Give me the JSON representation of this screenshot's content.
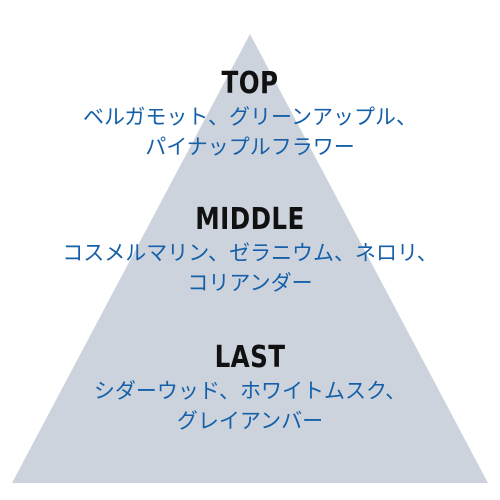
{
  "colors": {
    "pyramid_fill": "#cdd3dd",
    "title_text": "#111111",
    "note_text": "#1560a8",
    "background": "#ffffff"
  },
  "tiers": {
    "top": {
      "title": "TOP",
      "lines": [
        "ベルガモット、グリーンアップル、",
        "パイナップルフラワー"
      ]
    },
    "middle": {
      "title": "MIDDLE",
      "lines": [
        "コスメルマリン、ゼラニウム、ネロリ、",
        "コリアンダー"
      ]
    },
    "last": {
      "title": "LAST",
      "lines": [
        "シダーウッド、ホワイトムスク、",
        "グレイアンバー"
      ]
    }
  }
}
